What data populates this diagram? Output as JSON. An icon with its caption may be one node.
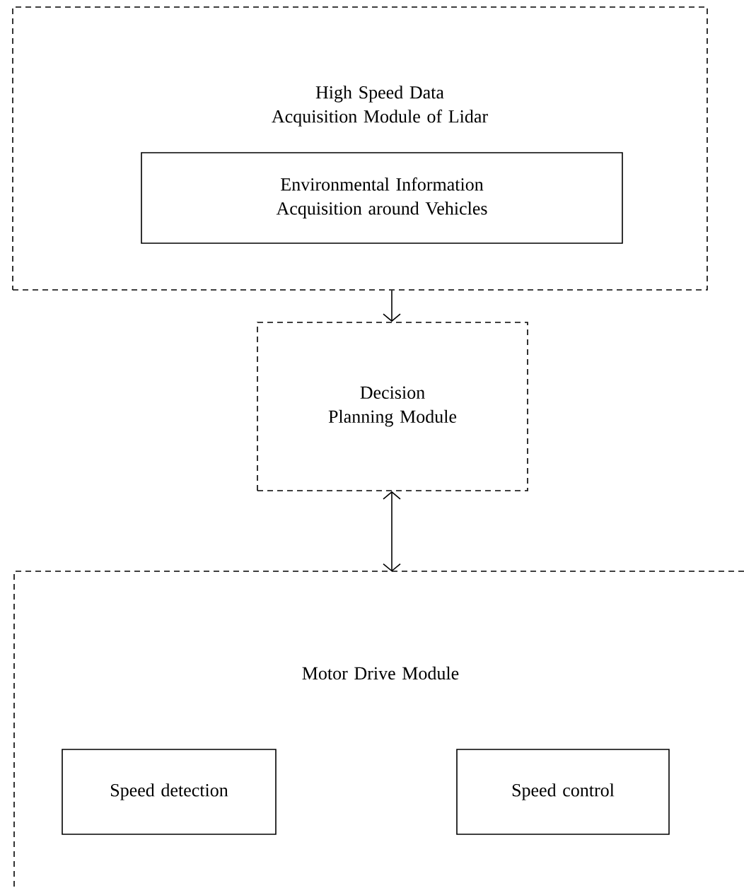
{
  "diagram": {
    "nodes": [
      {
        "text": [
          "High Speed Data Acquisition Module of Lidar"
        ]
      },
      {
        "text": [
          "Environmental Information Acquisition around Vehicles"
        ],
        "in": 0
      },
      {
        "text": [
          "Decision Planning Module"
        ]
      },
      {
        "text": [
          "Motor Drive Module"
        ]
      },
      {
        "text": [
          "Speed detection"
        ],
        "in": 3
      },
      {
        "text": [
          "Speed control"
        ],
        "in": 3
      }
    ],
    "edges": [
      {
        "from": 0,
        "to": 2,
        "arrow": "to"
      },
      {
        "from": 2,
        "to": 3,
        "arrow": "both"
      }
    ]
  }
}
